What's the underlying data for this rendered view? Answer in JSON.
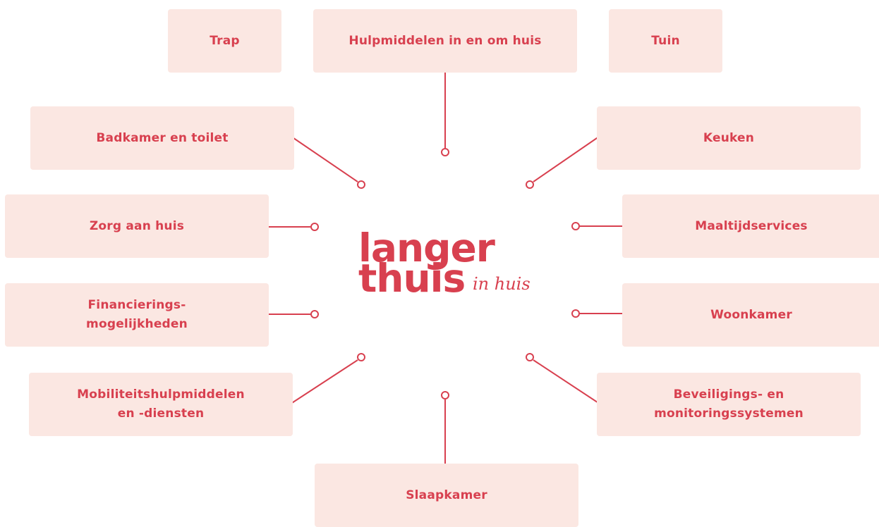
{
  "logo": {
    "line1": "langer",
    "line2": "thuis",
    "sub": "in huis"
  },
  "categories": {
    "trap": "Trap",
    "hulpmiddelen": "Hulpmiddelen in en om huis",
    "tuin": "Tuin",
    "badkamer": "Badkamer en toilet",
    "keuken": "Keuken",
    "zorg": "Zorg aan huis",
    "maaltijd": "Maaltijdservices",
    "financiering": "Financierings-\nmogelijkheden",
    "woonkamer": "Woonkamer",
    "mobiliteit": "Mobiliteitshulpmiddelen\nen -diensten",
    "beveiliging": "Beveiligings- en\nmonitoringssystemen",
    "slaapkamer": "Slaapkamer"
  },
  "colors": {
    "accent": "#d8404f",
    "card_bg": "#fbe7e2"
  }
}
